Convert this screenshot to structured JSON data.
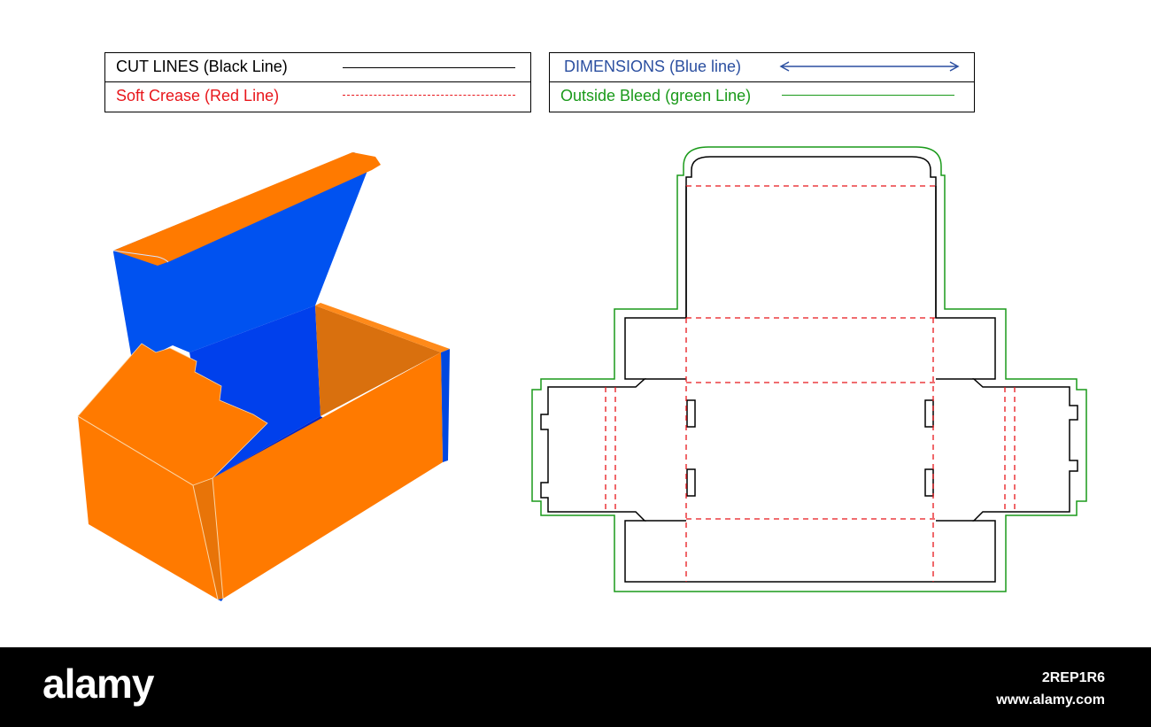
{
  "legend": {
    "cut_lines": {
      "label": "CUT LINES (Black Line)",
      "color": "#000000"
    },
    "soft_crease": {
      "label": "Soft Crease (Red Line)",
      "color": "#e8161b"
    },
    "dimensions": {
      "label": "DIMENSIONS (Blue line)",
      "color": "#2b4fa0"
    },
    "outside_bleed": {
      "label": "Outside Bleed (green Line)",
      "color": "#1a9a1a"
    }
  },
  "colors": {
    "box_orange": "#ff7a00",
    "box_orange_dark": "#e06a00",
    "box_blue": "#0052f0",
    "box_blue_dark": "#0035d8",
    "cut": "#000000",
    "crease": "#e8161b",
    "bleed": "#1a9a1a"
  },
  "footer": {
    "brand": "alamy",
    "image_id": "2REP1R6",
    "site": "www.alamy.com"
  }
}
